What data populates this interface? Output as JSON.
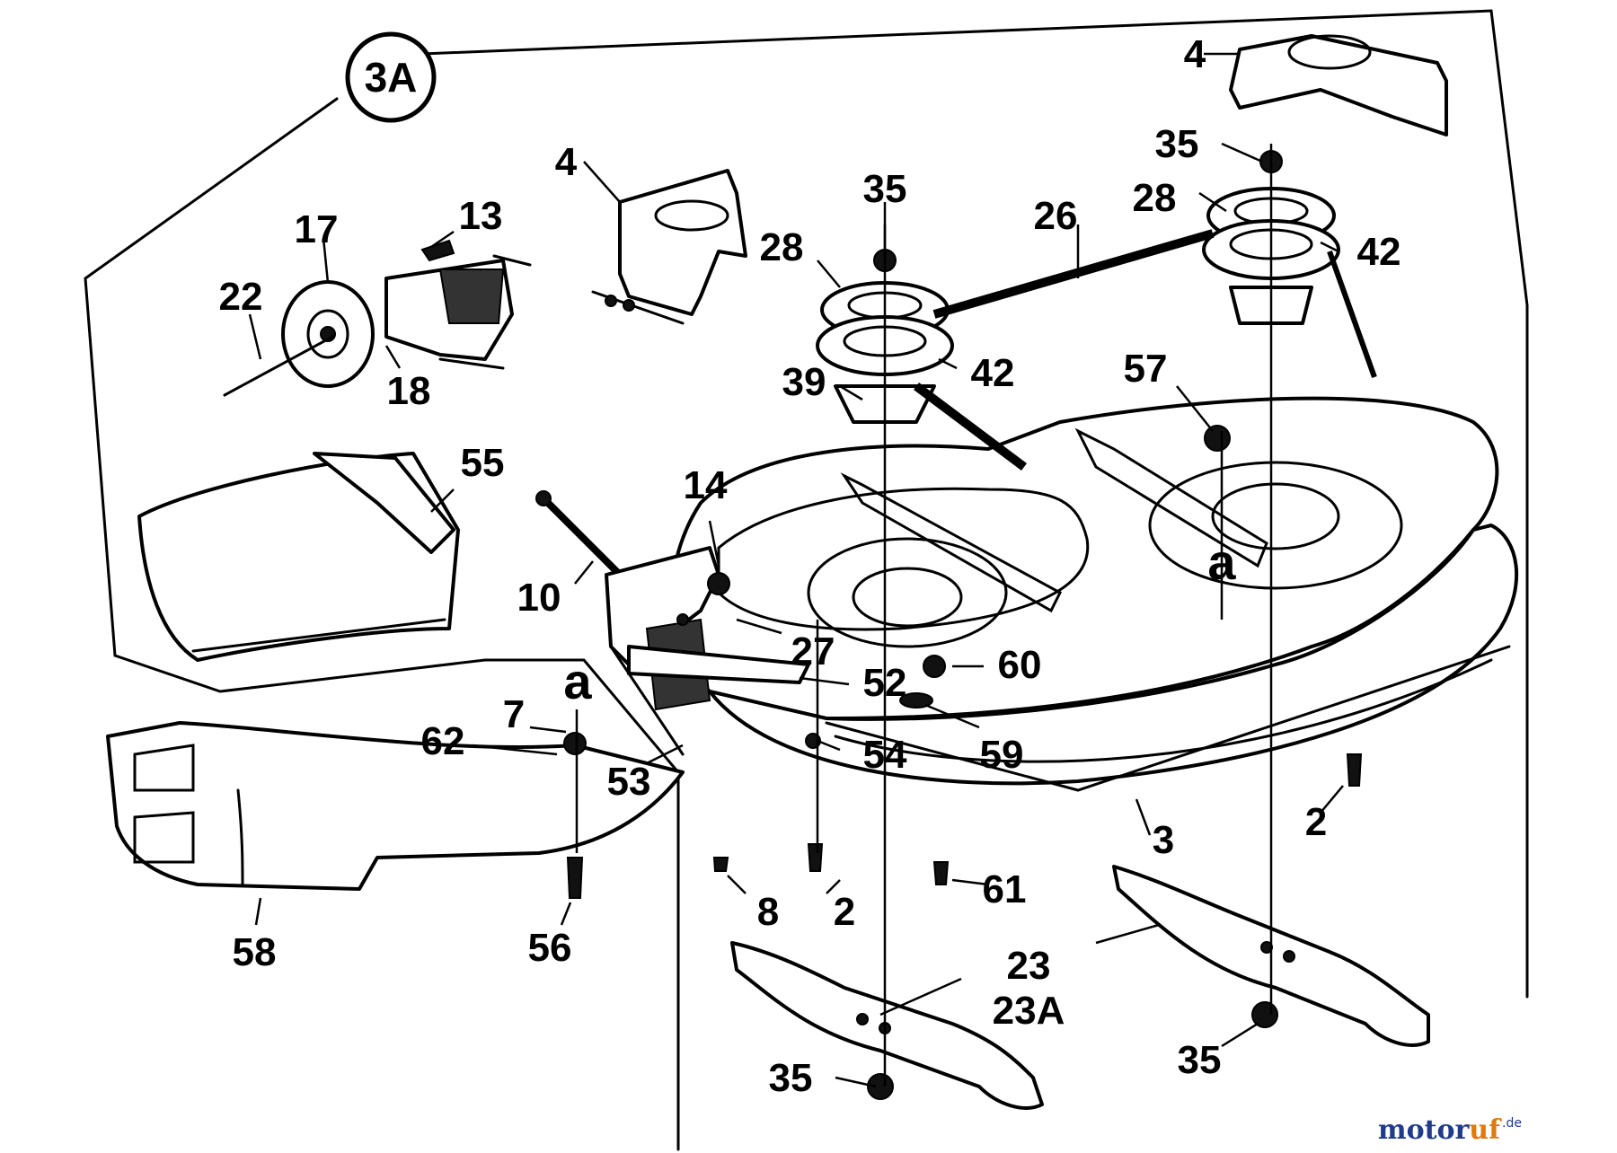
{
  "callout": "3A",
  "labels": {
    "l4a": "4",
    "l4b": "4",
    "l35a": "35",
    "l35b": "35",
    "l35c": "35",
    "l35d": "35",
    "l28a": "28",
    "l28b": "28",
    "l26": "26",
    "l42a": "42",
    "l42b": "42",
    "l17": "17",
    "l13": "13",
    "l22": "22",
    "l18": "18",
    "l39": "39",
    "l57": "57",
    "l55": "55",
    "l14": "14",
    "l10": "10",
    "l27": "27",
    "l60": "60",
    "l52": "52",
    "la1": "a",
    "la2": "a",
    "l7": "7",
    "l62": "62",
    "l54": "54",
    "l59": "59",
    "l53": "53",
    "l2a": "2",
    "l2b": "2",
    "l3": "3",
    "l61": "61",
    "l8": "8",
    "l58": "58",
    "l56": "56",
    "l23": "23",
    "l23a": "23A"
  },
  "watermark": {
    "brand": "motor",
    "brand_accent": "uf",
    "suffix": ".de"
  }
}
